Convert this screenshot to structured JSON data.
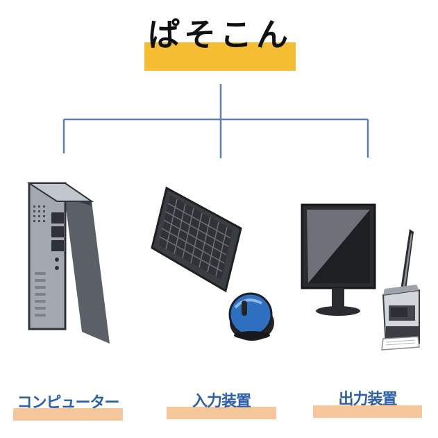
{
  "title": "ぱそこん",
  "categories": [
    {
      "label": "コンピューター",
      "illustration": "pc-tower-icon"
    },
    {
      "label": "入力装置",
      "illustration": "keyboard-and-mouse-icon"
    },
    {
      "label": "出力装置",
      "illustration": "monitor-and-printer-icon"
    }
  ],
  "colors": {
    "title_band": "#f5bd32",
    "label_band": "#f6c79b",
    "label_text": "#2d5fa8",
    "connector": "#5b80b5"
  }
}
